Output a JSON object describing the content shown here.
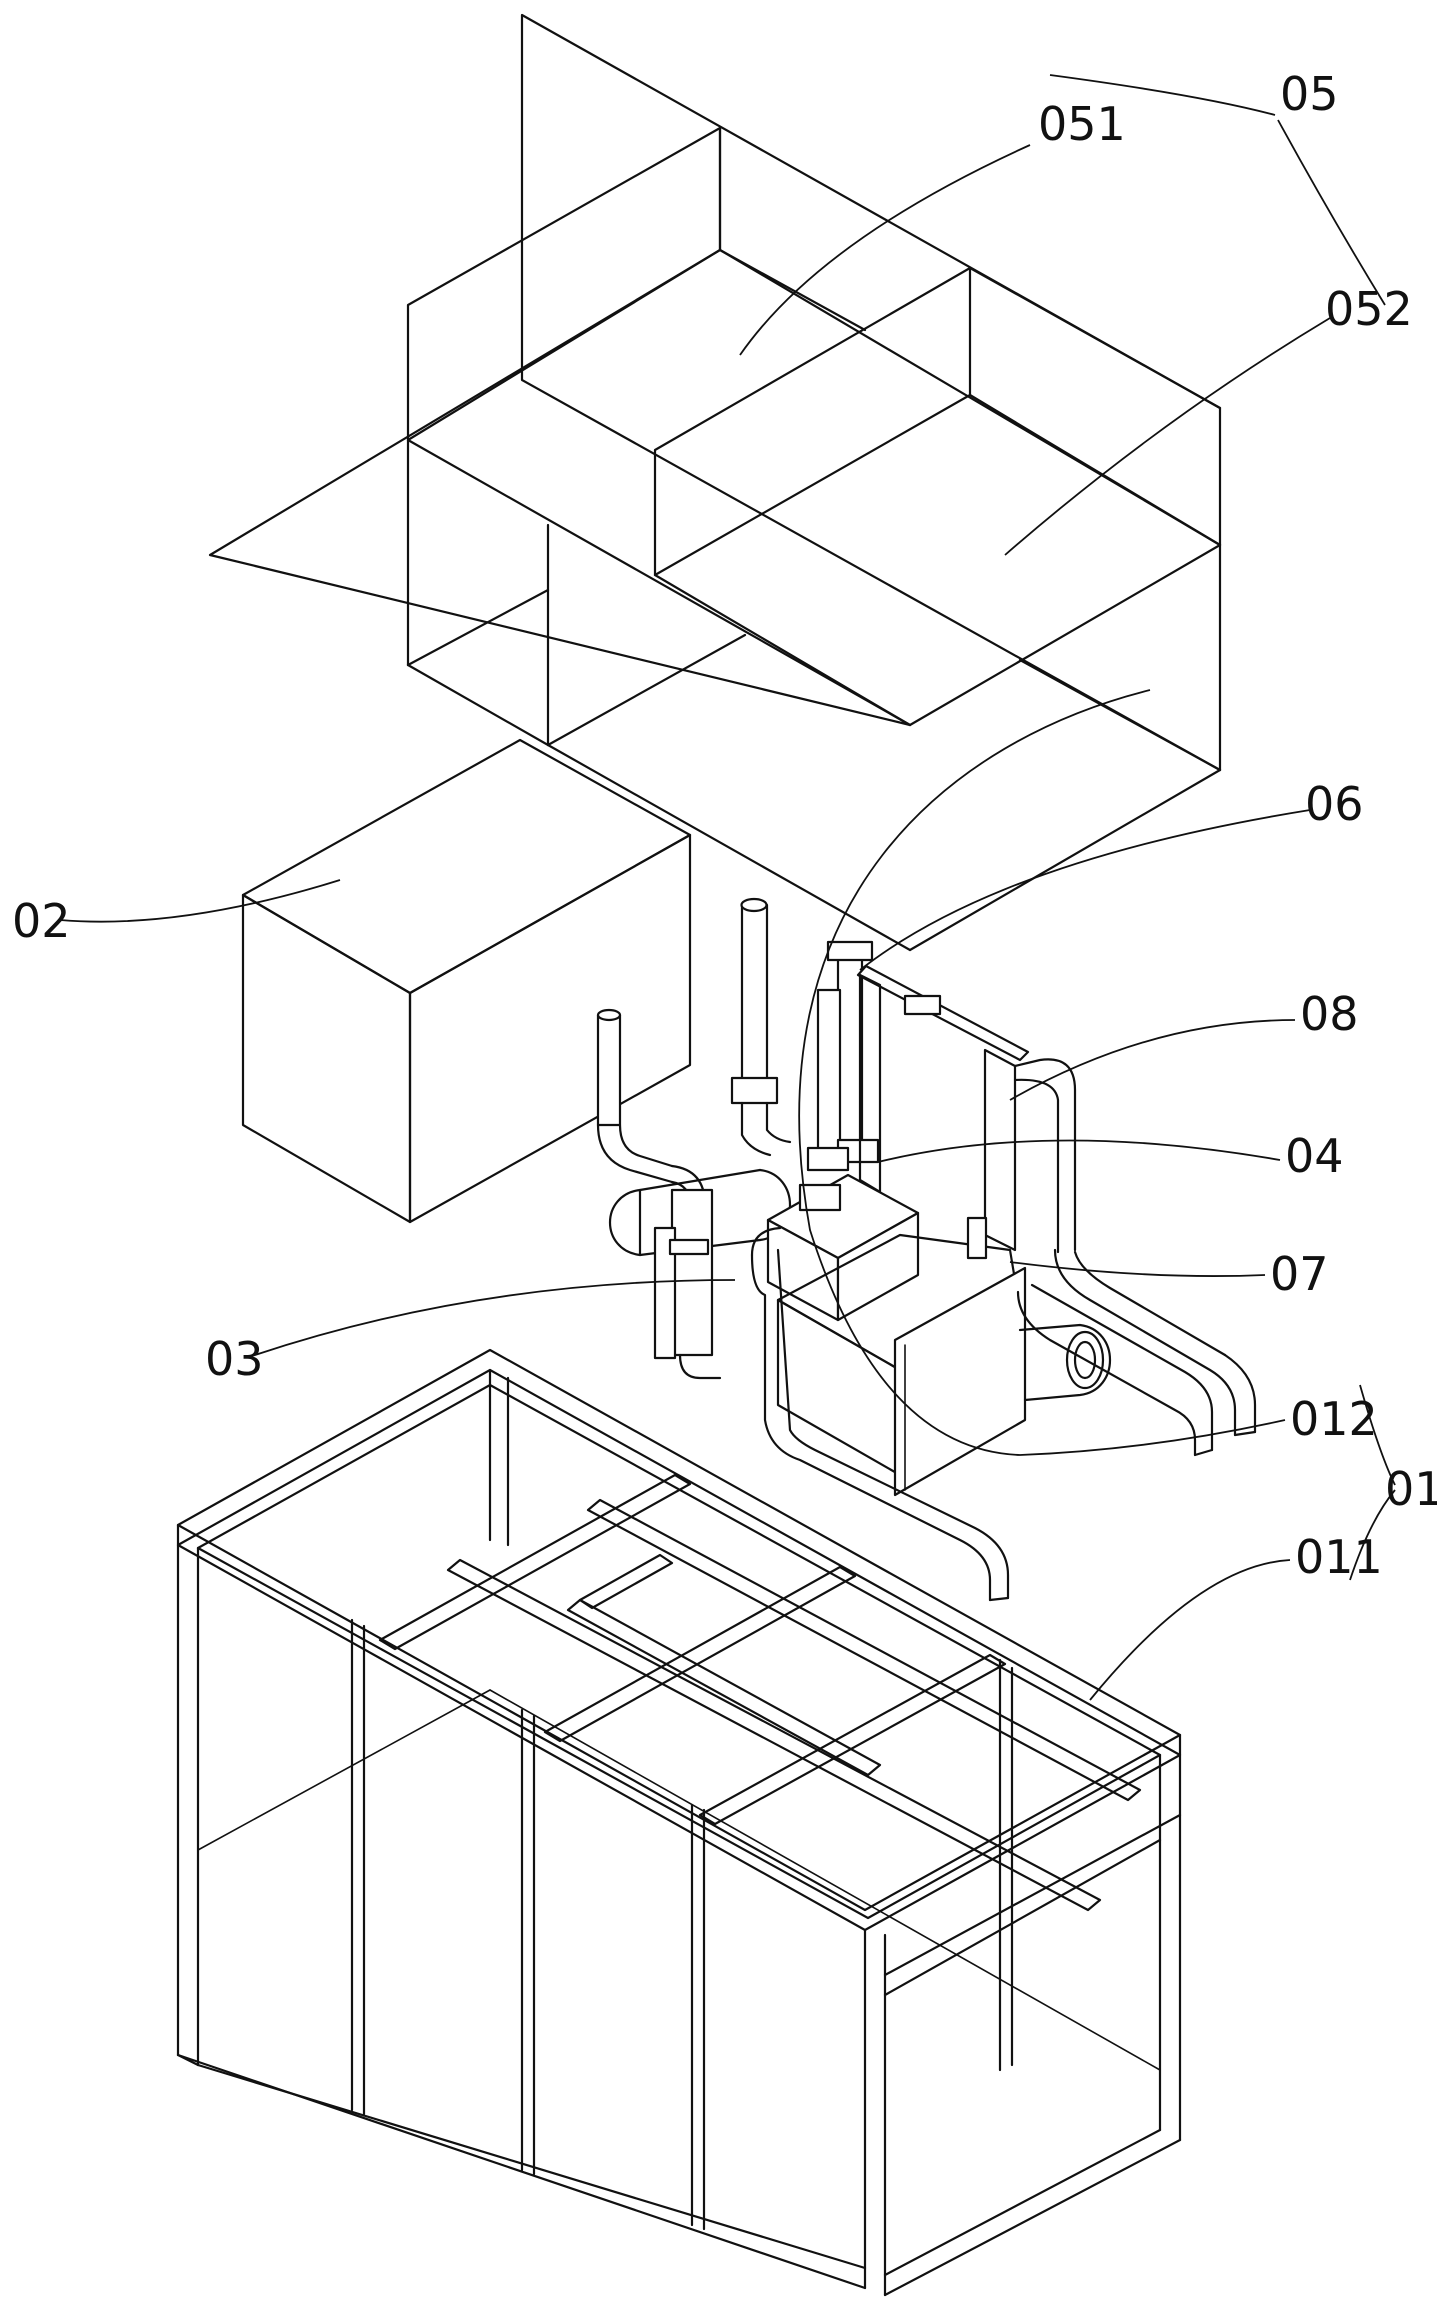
{
  "figure": {
    "kind": "exploded-isometric-patent-drawing",
    "stroke_color": "#111111",
    "background": "#ffffff"
  },
  "labels": {
    "l05": "05",
    "l051": "051",
    "l052": "052",
    "l06": "06",
    "l02": "02",
    "l08": "08",
    "l04": "04",
    "l07": "07",
    "l03": "03",
    "l012": "012",
    "l01": "01",
    "l011": "011"
  }
}
